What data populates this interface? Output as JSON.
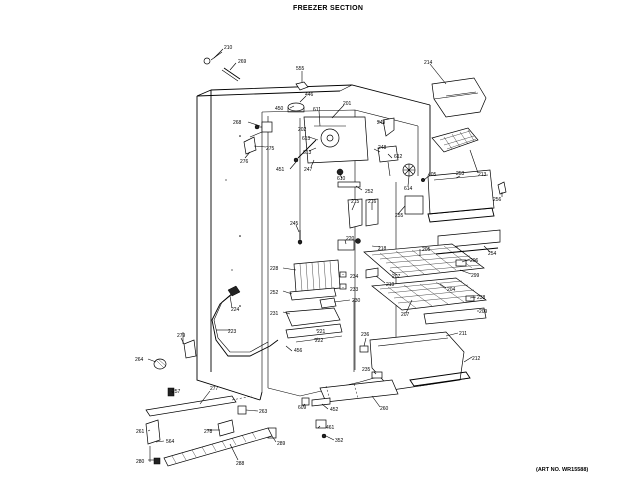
{
  "title": "FREEZER SECTION",
  "art_number": "(ART NO. WR15588)",
  "labels": {
    "l210": "210",
    "l269": "269",
    "l555": "555",
    "l446": "446",
    "l450": "450",
    "l201": "201",
    "l611": "611",
    "l214": "214",
    "l249": "249",
    "l268": "268",
    "l202": "202",
    "l275": "275",
    "l276": "276",
    "l615": "615",
    "l613": "613",
    "l248": "248",
    "l612": "612",
    "l252": "252",
    "l213": "213",
    "l451": "451",
    "l247": "247",
    "l610": "610",
    "l405": "405",
    "l253": "253",
    "l614": "614",
    "l256": "256",
    "l215": "215",
    "l216": "216",
    "l255": "255",
    "l245": "245",
    "l220": "220",
    "l218": "218",
    "l254": "254",
    "l206": "206",
    "l205": "205",
    "l207a": "207",
    "l228": "228",
    "l234": "234",
    "l233": "233",
    "l299": "299",
    "l219": "219",
    "l252b": "252",
    "l204": "204",
    "l238": "238",
    "l230": "230",
    "l224": "224",
    "l209": "209",
    "l207b": "207",
    "l231": "231",
    "l221": "221",
    "l223": "223",
    "l211": "211",
    "l222": "222",
    "l236": "236",
    "l279": "279",
    "l456": "456",
    "l264": "264",
    "l212": "212",
    "l235": "235",
    "l257": "257",
    "l277": "277",
    "l260": "260",
    "l263": "263",
    "l609": "609",
    "l452": "452",
    "l261": "261",
    "l278": "278",
    "l461": "461",
    "l564": "564",
    "l289": "289",
    "l352": "352",
    "l280": "280",
    "l288": "288"
  }
}
